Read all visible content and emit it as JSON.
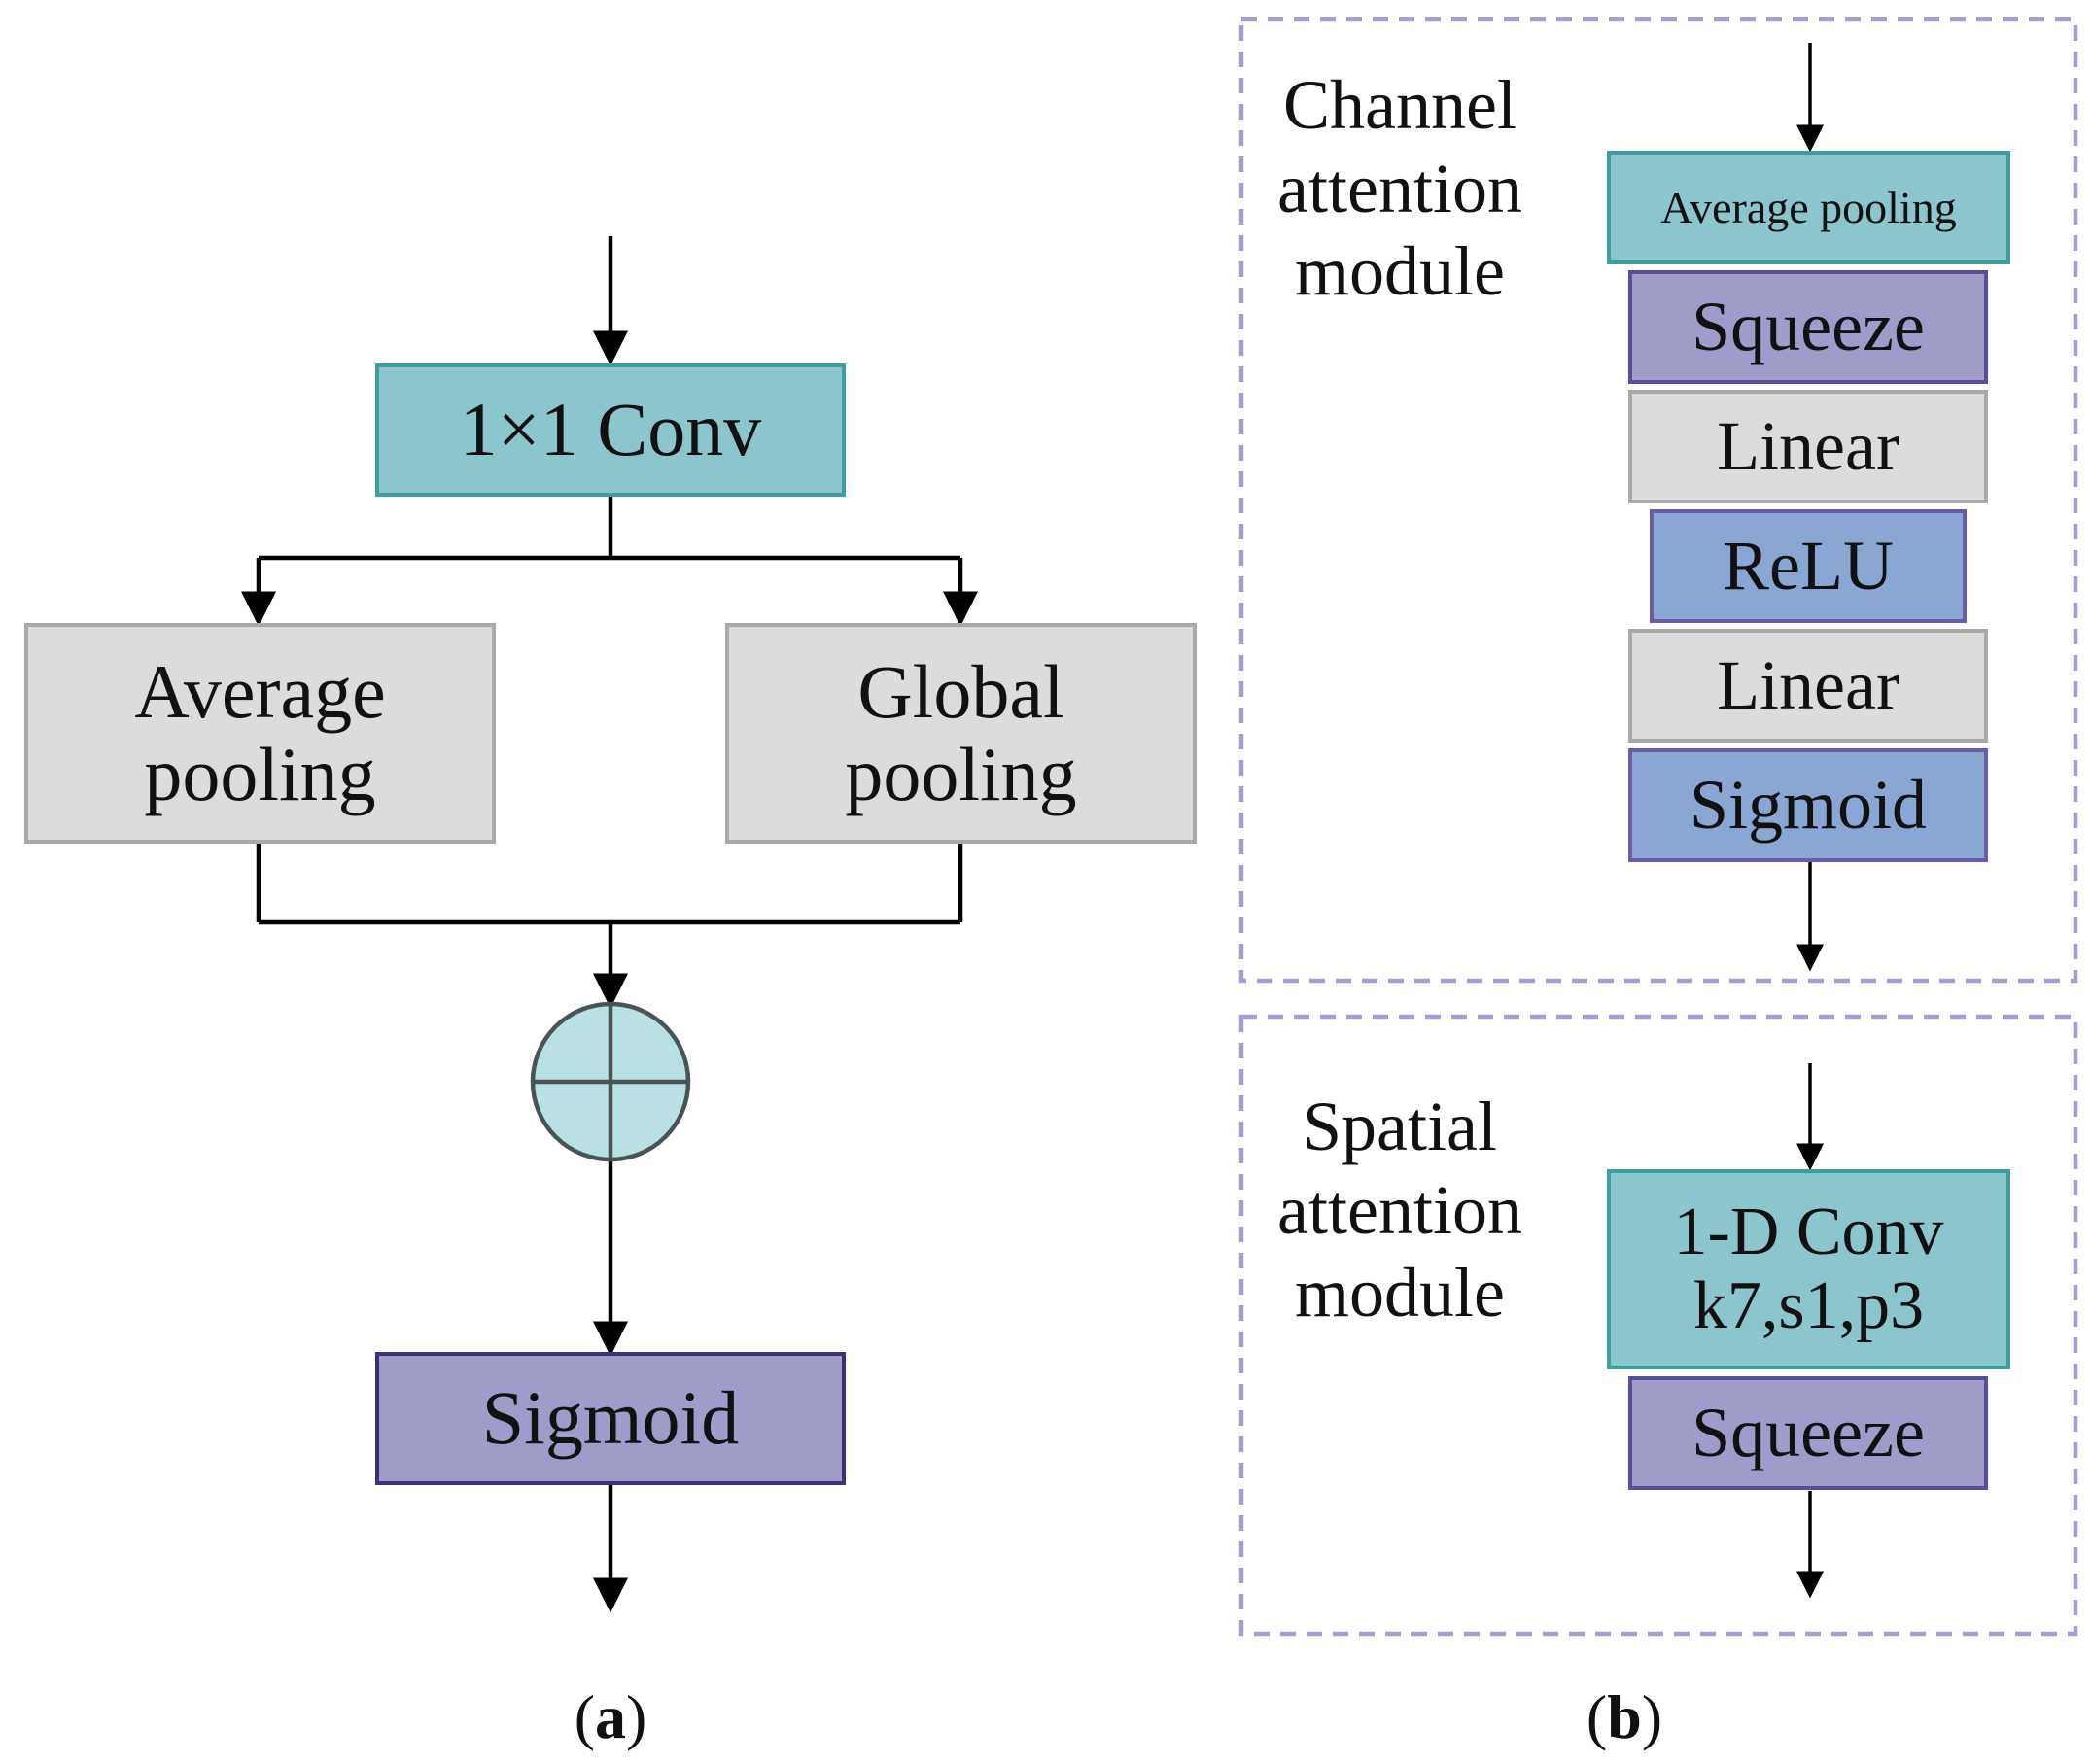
{
  "panel_a": {
    "conv": "1×1 Conv",
    "avg_pool": [
      "Average",
      "pooling"
    ],
    "global_pool": [
      "Global",
      "pooling"
    ],
    "sigmoid": "Sigmoid",
    "caption": {
      "open": "(",
      "letter": "a",
      "close": ")"
    }
  },
  "panel_b": {
    "channel": {
      "title": [
        "Channel",
        "attention",
        "module"
      ],
      "layers": [
        "Average pooling",
        "Squeeze",
        "Linear",
        "ReLU",
        "Linear",
        "Sigmoid"
      ]
    },
    "spatial": {
      "title": [
        "Spatial",
        "attention",
        "module"
      ],
      "conv": [
        "1-D Conv",
        "k7,s1,p3"
      ],
      "squeeze": "Squeeze"
    },
    "caption": {
      "open": "(",
      "letter": "b",
      "close": ")"
    }
  },
  "colors": {
    "teal_fill": "#8ac6cc",
    "gray_fill": "#dcdcdc",
    "purple_fill": "#9f9cca",
    "blue_fill": "#8aa6d2",
    "dashed_border": "#a59fd0",
    "add_node_fill": "#b9e0e3"
  },
  "icons": {
    "add_node": "circled-plus-icon"
  }
}
